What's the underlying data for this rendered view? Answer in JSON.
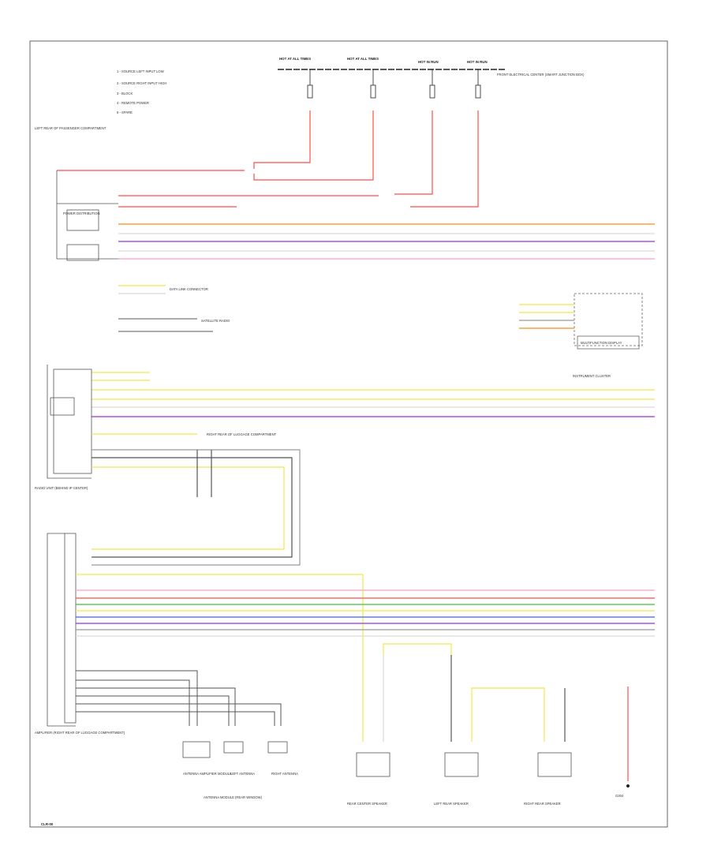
{
  "colors": {
    "red": "#ff4d4d",
    "orange": "#ff8c1a",
    "violet": "#9b30d9",
    "pink": "#ff9ec4",
    "yellow": "#f2e64a",
    "green": "#3fbf3f",
    "blue": "#3f5fff",
    "gray": "#9a9a9a",
    "black": "#222222",
    "white_line": "#d9d9d9",
    "frame": "#666666"
  },
  "legend": {
    "items": [
      "1 - SOURCE LEFT INPUT LOW",
      "2 - SOURCE RIGHT INPUT HIGH",
      "3 - BLOCK",
      "4 - REMOTE POWER",
      "5 - SPARE"
    ]
  },
  "labels": {
    "hot_in_run_1": "HOT AT ALL TIMES",
    "hot_in_run_2": "HOT AT ALL TIMES",
    "hot_f1": "HOT IN RUN",
    "hot_f2": "HOT IN RUN",
    "front_junction": "FRONT ELECTRICAL CENTER (SMART JUNCTION BOX)",
    "left_rear": "LEFT REAR OF PASSENGER COMPARTMENT",
    "power_distribution": "POWER DISTRIBUTION",
    "instrument_cluster": "INSTRUMENT CLUSTER",
    "multifunction_display": "MULTIFUNCTION DISPLAY",
    "right_rear": "RIGHT REAR OF LUGGAGE COMPARTMENT",
    "radio_unit": "RADIO UNIT (BEHIND IP CENTER)",
    "amplifier": "AMPLIFIER (RIGHT REAR OF LUGGAGE COMPARTMENT)",
    "antenna_module": "ANTENNA AMPLIFIER MODULE",
    "left_antenna": "LEFT ANTENNA",
    "right_antenna": "RIGHT ANTENNA",
    "antenna_group": "ANTENNA MODULE (REAR WINDOW)",
    "rear_center_speaker": "REAR CENTER SPEAKER",
    "left_rear_speaker": "LEFT REAR SPEAKER",
    "right_rear_speaker": "RIGHT REAR SPEAKER",
    "ground": "G304",
    "data_link": "DATA LINK CONNECTOR",
    "satellite": "SATELLITE RADIO",
    "footer": "CLR-00"
  }
}
